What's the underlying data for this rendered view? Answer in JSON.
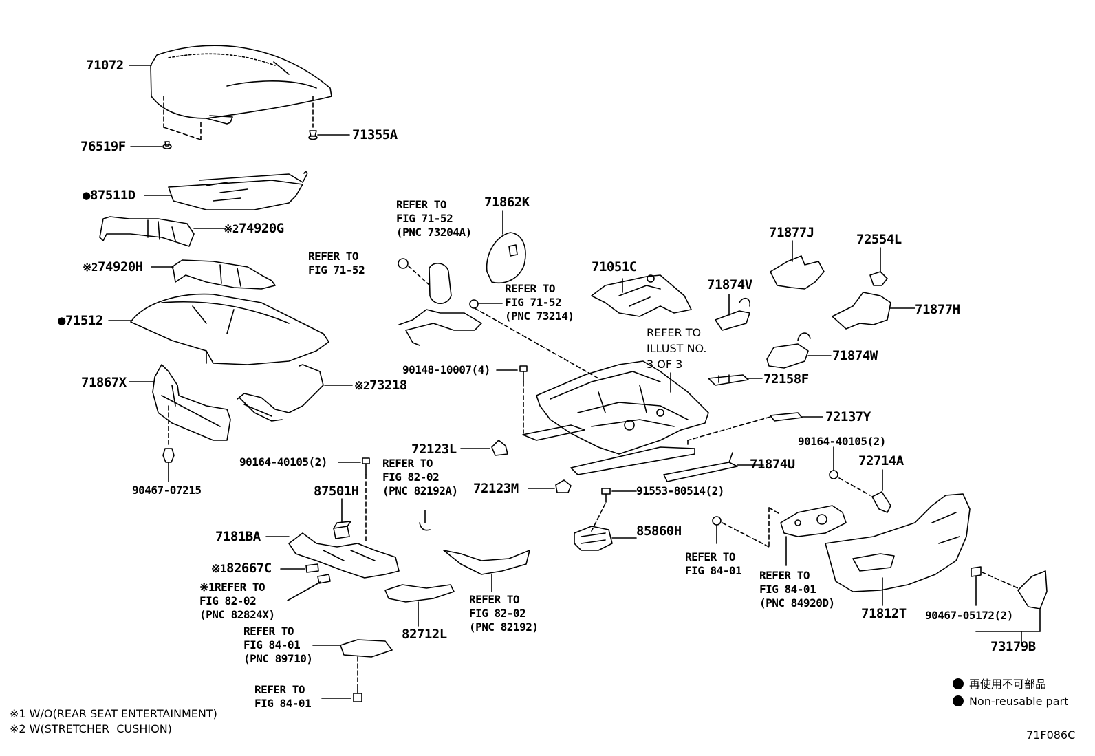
{
  "parts": {
    "p71072": "71072",
    "p76519F": "76519F",
    "p71355A": "71355A",
    "p87511D": "87511D",
    "p74920G": "74920G",
    "p74920H": "74920H",
    "p71512": "71512",
    "p71867X": "71867X",
    "p73218": "73218",
    "p90467_07215": "90467-07215",
    "p71862K": "71862K",
    "p71051C": "71051C",
    "p71877J": "71877J",
    "p72554L": "72554L",
    "p71874V": "71874V",
    "p71877H": "71877H",
    "p71874W": "71874W",
    "p72158F": "72158F",
    "p72137Y": "72137Y",
    "p90148_10007": "90148-10007(4)",
    "p72123L": "72123L",
    "p90164_40105_a": "90164-40105(2)",
    "p90164_40105_b": "90164-40105(2)",
    "p72714A": "72714A",
    "p71874U": "71874U",
    "p72123M": "72123M",
    "p91553_80514": "91553-80514(2)",
    "p87501H": "87501H",
    "p7181BA": "7181BA",
    "p85860H": "85860H",
    "p82667C": "82667C",
    "p82712L": "82712L",
    "p71812T": "71812T",
    "p90467_05172": "90467-05172(2)",
    "p73179B": "73179B"
  },
  "marks": {
    "reuse_dot": "●",
    "note1": "※1",
    "note2": "※2"
  },
  "refs": {
    "r_fig7152_pnc73204a": "REFER TO\nFIG 71-52\n(PNC 73204A)",
    "r_fig7152": "REFER TO\nFIG 71-52",
    "r_fig7152_pnc73214": "REFER TO\nFIG 71-52\n(PNC 73214)",
    "r_illust": "REFER TO\nILLUST NO.\n3 OF 3",
    "r_fig8202_pnc82192a": "REFER TO\nFIG 82-02\n(PNC 82192A)",
    "r_fig8401": "REFER TO\nFIG 84-01",
    "r_fig8401_pnc84920d": "REFER TO\nFIG 84-01\n(PNC 84920D)",
    "r_fig8202_pnc82824x": "REFER TO\nFIG 82-02\n(PNC 82824X)",
    "r_fig8202_pnc82192": "REFER TO\nFIG 82-02\n(PNC 82192)",
    "r_fig8401_pnc89710": "REFER TO\nFIG 84-01\n(PNC 89710)",
    "r_fig8401_b": "REFER TO\nFIG 84-01"
  },
  "footnotes": {
    "note1": "※1 W/O(REAR SEAT ENTERTAINMENT)",
    "note2": "※2 W(STRETCHER  CUSHION)"
  },
  "legend": {
    "jp": "再使用不可部品",
    "en": "Non-reusable part"
  },
  "figure_code": "71F086C"
}
